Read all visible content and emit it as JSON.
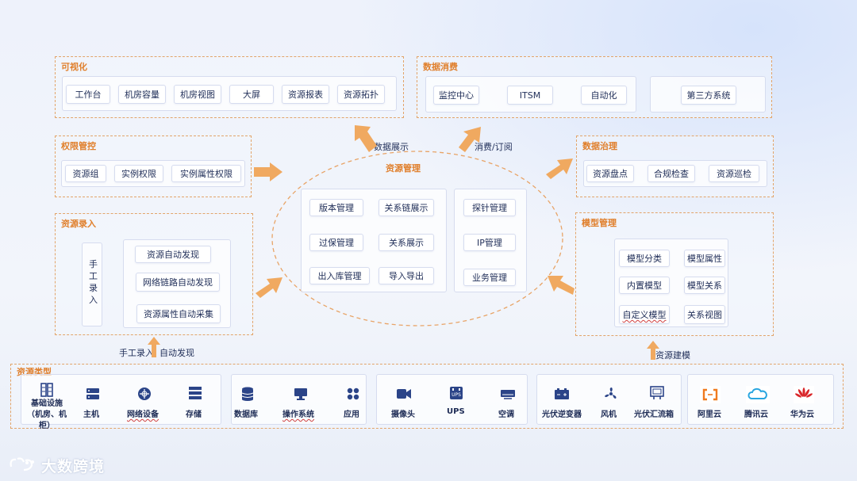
{
  "visualization": {
    "title": "可视化",
    "items": [
      "工作台",
      "机房容量",
      "机房视图",
      "大屏",
      "资源报表",
      "资源拓扑"
    ]
  },
  "data_consumption": {
    "title": "数据消费",
    "items": [
      "监控中心",
      "ITSM",
      "自动化"
    ],
    "third_party": "第三方系统"
  },
  "permission": {
    "title": "权限管控",
    "items": [
      "资源组",
      "实例权限",
      "实例属性权限"
    ]
  },
  "governance": {
    "title": "数据治理",
    "items": [
      "资源盘点",
      "合规检查",
      "资源巡检"
    ]
  },
  "entry": {
    "title": "资源录入",
    "manual": "手工录入",
    "auto_items": [
      "资源自动发现",
      "网络链路自动发现",
      "资源属性自动采集"
    ],
    "flow_label": "手工录入  自动发现"
  },
  "model": {
    "title": "模型管理",
    "items": [
      "模型分类",
      "模型属性",
      "内置模型",
      "模型关系",
      "自定义模型",
      "关系视图"
    ],
    "flow_label": "资源建模"
  },
  "core": {
    "title": "资源管理",
    "left_items": [
      "版本管理",
      "关系链展示",
      "过保管理",
      "关系展示",
      "出入库管理",
      "导入导出"
    ],
    "right_items": [
      "探针管理",
      "IP管理",
      "业务管理"
    ],
    "display_label": "数据展示",
    "consume_label": "消费/订阅"
  },
  "resource_types": {
    "title": "资源类型",
    "groups": [
      [
        {
          "label": "基础设施\n（机房、机柜）",
          "icon": "server-rack-icon"
        },
        {
          "label": "主机",
          "icon": "host-icon"
        },
        {
          "label": "网络设备",
          "icon": "network-device-icon"
        },
        {
          "label": "存储",
          "icon": "storage-icon"
        }
      ],
      [
        {
          "label": "数据库",
          "icon": "database-icon"
        },
        {
          "label": "操作系统",
          "icon": "os-icon"
        },
        {
          "label": "应用",
          "icon": "application-icon"
        }
      ],
      [
        {
          "label": "摄像头",
          "icon": "camera-icon"
        },
        {
          "label": "UPS",
          "icon": "ups-icon"
        },
        {
          "label": "空调",
          "icon": "air-conditioner-icon"
        }
      ],
      [
        {
          "label": "光伏逆变器",
          "icon": "inverter-icon"
        },
        {
          "label": "风机",
          "icon": "fan-icon"
        },
        {
          "label": "光伏汇流箱",
          "icon": "combiner-box-icon"
        }
      ],
      [
        {
          "label": "阿里云",
          "icon": "aliyun-icon"
        },
        {
          "label": "腾讯云",
          "icon": "tencent-cloud-icon"
        },
        {
          "label": "华为云",
          "icon": "huawei-cloud-icon"
        }
      ]
    ]
  },
  "watermark": "大数跨境",
  "colors": {
    "accent": "#e07f2b",
    "arrow": "#f0a960",
    "icon": "#2b4488",
    "ellipse": "#e8a467"
  }
}
